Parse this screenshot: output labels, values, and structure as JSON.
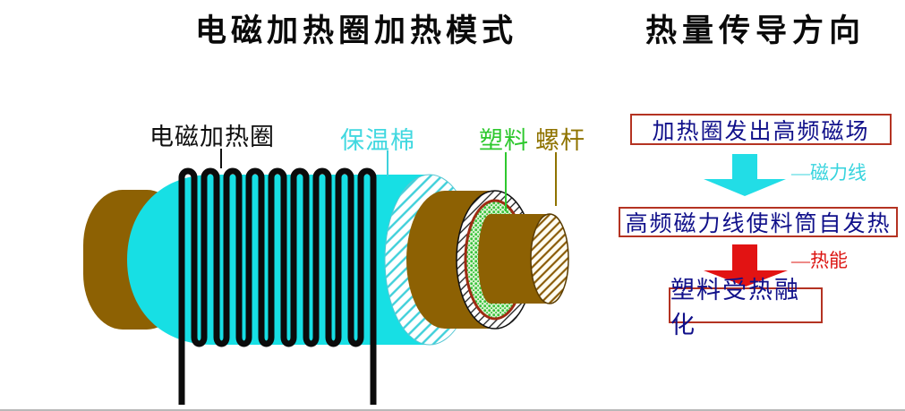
{
  "titles": {
    "left": "电磁加热圈加热模式",
    "right": "热量传导方向"
  },
  "component_labels": {
    "coil": "电磁加热圈",
    "insulation": "保温棉",
    "plastic": "塑料",
    "screw": "螺杆"
  },
  "flow": {
    "box1": "加热圈发出高频磁场",
    "arrow1_label": "—磁力线",
    "box2": "高频磁力线使料筒自发热",
    "arrow2_label": "—热能",
    "box3": "塑料受热融化"
  },
  "colors": {
    "insulation_cyan": "#17dfe4",
    "barrel_brown": "#8d6103",
    "plastic_green": "#2ec82e",
    "screw_olive": "#8f7300",
    "box_border_red": "#b43322",
    "box_text_navy": "#10108a",
    "magnetic_arrow_cyan": "#22dde6",
    "heat_arrow_red": "#e21313",
    "coil_black": "#0b0b0b"
  }
}
